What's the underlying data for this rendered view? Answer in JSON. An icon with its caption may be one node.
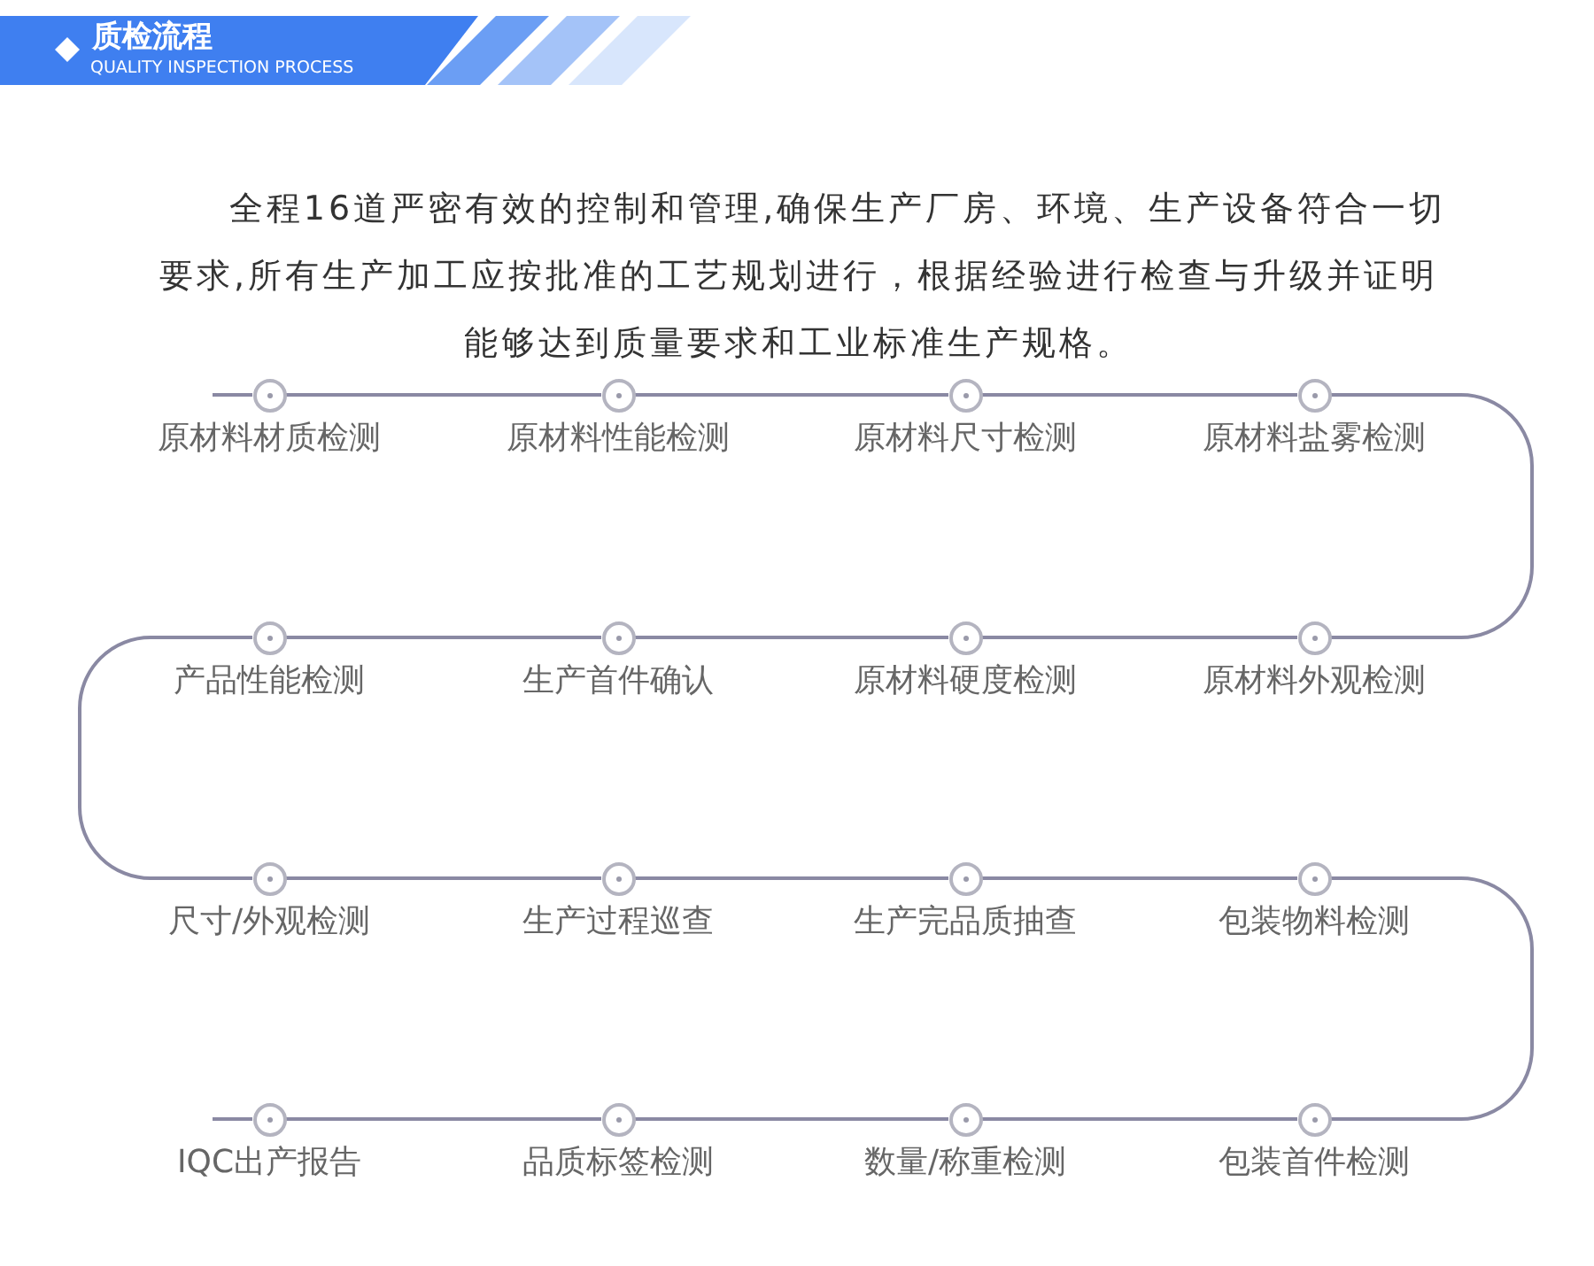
{
  "diagram": {
    "title": "质检流程",
    "nodes": [
      {
        "text": [],
        "shape": "circle",
        "beside": [
          "原材料材质检测"
        ]
      },
      {
        "text": [],
        "shape": "circle",
        "beside": [
          "原材料性能检测"
        ]
      },
      {
        "text": [],
        "shape": "circle",
        "beside": [
          "原材料尺寸检测"
        ]
      },
      {
        "text": [],
        "shape": "circle",
        "beside": [
          "原材料盐雾检测"
        ]
      },
      {
        "text": [],
        "shape": "circle",
        "beside": [
          "产品性能检测"
        ]
      },
      {
        "text": [],
        "shape": "circle",
        "beside": [
          "生产首件确认"
        ]
      },
      {
        "text": [],
        "shape": "circle",
        "beside": [
          "原材料硬度检测"
        ]
      },
      {
        "text": [],
        "shape": "circle",
        "beside": [
          "原材料外观检测"
        ]
      },
      {
        "text": [],
        "shape": "circle",
        "beside": [
          "尺寸/外观检测"
        ]
      },
      {
        "text": [],
        "shape": "circle",
        "beside": [
          "生产过程巡查"
        ]
      },
      {
        "text": [],
        "shape": "circle",
        "beside": [
          "生产完品质抽查"
        ]
      },
      {
        "text": [],
        "shape": "circle",
        "beside": [
          "包装物料检测"
        ]
      },
      {
        "text": [],
        "shape": "circle",
        "beside": [
          "IQC出产报告"
        ]
      },
      {
        "text": [],
        "shape": "circle",
        "beside": [
          "品质标签检测"
        ]
      },
      {
        "text": [],
        "shape": "circle",
        "beside": [
          "数量/称重检测"
        ]
      },
      {
        "text": [],
        "shape": "circle",
        "beside": [
          "包装首件检测"
        ]
      }
    ],
    "edges": [
      {
        "from": 0,
        "to": 1,
        "arrow": "none"
      },
      {
        "from": 1,
        "to": 2,
        "arrow": "none"
      },
      {
        "from": 2,
        "to": 3,
        "arrow": "none"
      },
      {
        "from": 3,
        "to": 7,
        "arrow": "none"
      },
      {
        "from": 7,
        "to": 6,
        "arrow": "none"
      },
      {
        "from": 6,
        "to": 5,
        "arrow": "none"
      },
      {
        "from": 5,
        "to": 4,
        "arrow": "none"
      },
      {
        "from": 4,
        "to": 8,
        "arrow": "none"
      },
      {
        "from": 8,
        "to": 9,
        "arrow": "none"
      },
      {
        "from": 9,
        "to": 10,
        "arrow": "none"
      },
      {
        "from": 10,
        "to": 11,
        "arrow": "none"
      },
      {
        "from": 11,
        "to": 15,
        "arrow": "none"
      },
      {
        "from": 15,
        "to": 14,
        "arrow": "none"
      },
      {
        "from": 14,
        "to": 13,
        "arrow": "none"
      },
      {
        "from": 13,
        "to": 12,
        "arrow": "none"
      }
    ],
    "labels": [
      "QUALITY INSPECTION PROCESS",
      "全程16道严密有效的控制和管理,确保生产厂房、环境、生产设备符合一切要求,所有生产加工应按批准的工艺规划进行，根据经验进行检查与升级并证明能够达到质量要求和工业标准生产规格。"
    ]
  }
}
